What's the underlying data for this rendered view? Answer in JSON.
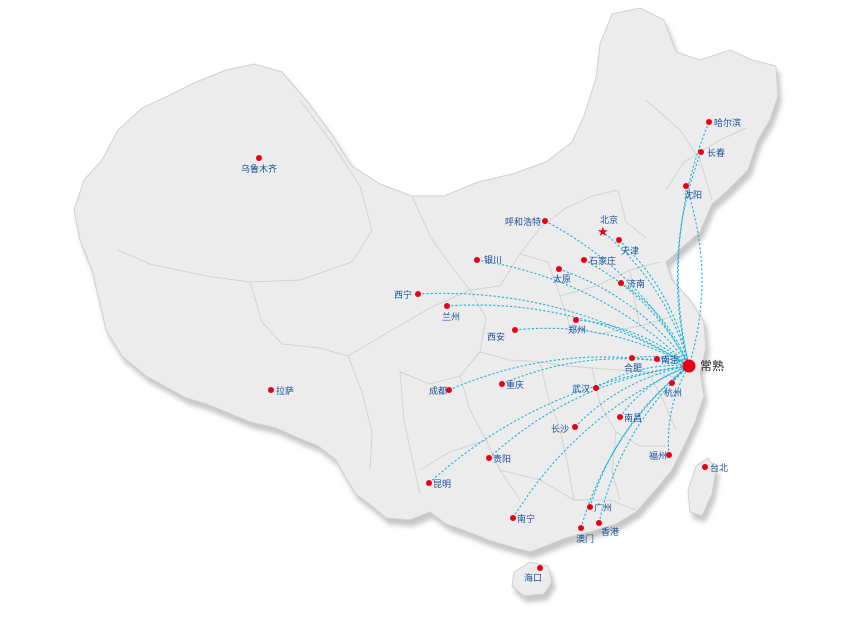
{
  "map": {
    "hub": {
      "name": "常熟"
    },
    "colors": {
      "route": "#19b3d8",
      "marker": "#e60012",
      "label": "#1a4f9c",
      "land": "#ececec",
      "border": "#c8c8c8"
    },
    "cities": [
      {
        "id": "urumqi",
        "name": "乌鲁木齐",
        "capital": false,
        "route": false
      },
      {
        "id": "harbin",
        "name": "哈尔滨",
        "capital": false,
        "route": true
      },
      {
        "id": "changchun",
        "name": "长春",
        "capital": false,
        "route": true
      },
      {
        "id": "shenyang",
        "name": "沈阳",
        "capital": false,
        "route": true
      },
      {
        "id": "hohhot",
        "name": "呼和浩特",
        "capital": false,
        "route": true
      },
      {
        "id": "beijing",
        "name": "北京",
        "capital": true,
        "route": true
      },
      {
        "id": "tianjin",
        "name": "天津",
        "capital": false,
        "route": true
      },
      {
        "id": "yinchuan",
        "name": "银川",
        "capital": false,
        "route": true
      },
      {
        "id": "shijiazhuang",
        "name": "石家庄",
        "capital": false,
        "route": true
      },
      {
        "id": "taiyuan",
        "name": "太原",
        "capital": false,
        "route": true
      },
      {
        "id": "jinan",
        "name": "济南",
        "capital": false,
        "route": true
      },
      {
        "id": "xining",
        "name": "西宁",
        "capital": false,
        "route": true
      },
      {
        "id": "lanzhou",
        "name": "兰州",
        "capital": false,
        "route": true
      },
      {
        "id": "zhengzhou",
        "name": "郑州",
        "capital": false,
        "route": true
      },
      {
        "id": "xian",
        "name": "西安",
        "capital": false,
        "route": true
      },
      {
        "id": "nanjing",
        "name": "南京",
        "capital": false,
        "route": true
      },
      {
        "id": "hefei",
        "name": "合肥",
        "capital": false,
        "route": true
      },
      {
        "id": "hangzhou",
        "name": "杭州",
        "capital": false,
        "route": true
      },
      {
        "id": "chengdu",
        "name": "成都",
        "capital": false,
        "route": true
      },
      {
        "id": "chongqing",
        "name": "重庆",
        "capital": false,
        "route": true
      },
      {
        "id": "wuhan",
        "name": "武汉",
        "capital": false,
        "route": true
      },
      {
        "id": "lhasa",
        "name": "拉萨",
        "capital": false,
        "route": false
      },
      {
        "id": "nanchang",
        "name": "南昌",
        "capital": false,
        "route": true
      },
      {
        "id": "changsha",
        "name": "长沙",
        "capital": false,
        "route": true
      },
      {
        "id": "fuzhou",
        "name": "福州",
        "capital": false,
        "route": true
      },
      {
        "id": "taipei",
        "name": "台北",
        "capital": false,
        "route": false
      },
      {
        "id": "guiyang",
        "name": "贵阳",
        "capital": false,
        "route": true
      },
      {
        "id": "kunming",
        "name": "昆明",
        "capital": false,
        "route": true
      },
      {
        "id": "guangzhou",
        "name": "广州",
        "capital": false,
        "route": true
      },
      {
        "id": "nanning",
        "name": "南宁",
        "capital": false,
        "route": true
      },
      {
        "id": "hongkong",
        "name": "香港",
        "capital": false,
        "route": true
      },
      {
        "id": "macau",
        "name": "澳门",
        "capital": false,
        "route": true
      },
      {
        "id": "haikou",
        "name": "海口",
        "capital": false,
        "route": false
      }
    ]
  }
}
